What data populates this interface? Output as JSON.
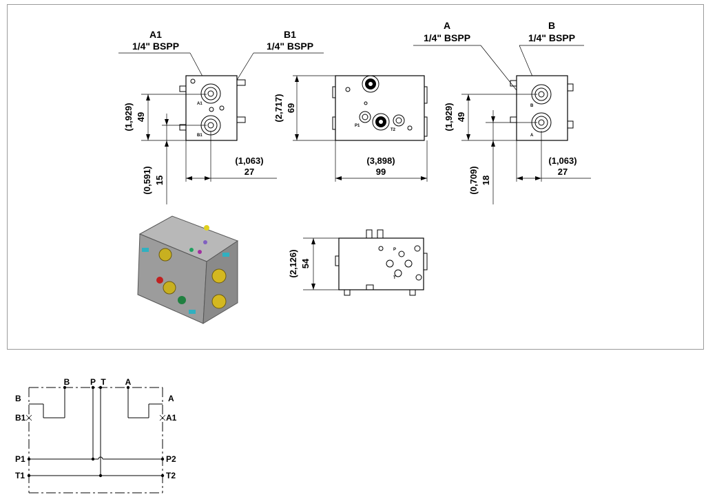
{
  "drawing": {
    "port_labels": {
      "a1": {
        "name": "A1",
        "thread": "1/4\" BSPP"
      },
      "b1": {
        "name": "B1",
        "thread": "1/4\" BSPP"
      },
      "a": {
        "name": "A",
        "thread": "1/4\" BSPP"
      },
      "b": {
        "name": "B",
        "thread": "1/4\" BSPP"
      }
    },
    "view1": {
      "height_in": "(1,929)",
      "height_mm": "49",
      "offset_in": "(0,591)",
      "offset_mm": "15",
      "width_in": "(1,063)",
      "width_mm": "27"
    },
    "view2": {
      "height_in": "(2,717)",
      "height_mm": "69",
      "width_in": "(3,898)",
      "width_mm": "99"
    },
    "view3": {
      "height_in": "(1,929)",
      "height_mm": "49",
      "offset_in": "(0,709)",
      "offset_mm": "18",
      "width_in": "(1,063)",
      "width_mm": "27"
    },
    "view4": {
      "height_in": "(2,126)",
      "height_mm": "54"
    },
    "small_marks": {
      "a1": "A1",
      "b1": "B1",
      "p1": "P1",
      "t2": "T2",
      "b": "B",
      "a": "A",
      "p": "P",
      "t": "T"
    }
  },
  "schematic": {
    "top_labels": {
      "b": "B",
      "p": "P",
      "t": "T",
      "a": "A"
    },
    "left_labels": {
      "b": "B",
      "b1": "B1",
      "p1": "P1",
      "t1": "T1"
    },
    "right_labels": {
      "a": "A",
      "a1": "A1",
      "p2": "P2",
      "t2": "T2"
    }
  }
}
